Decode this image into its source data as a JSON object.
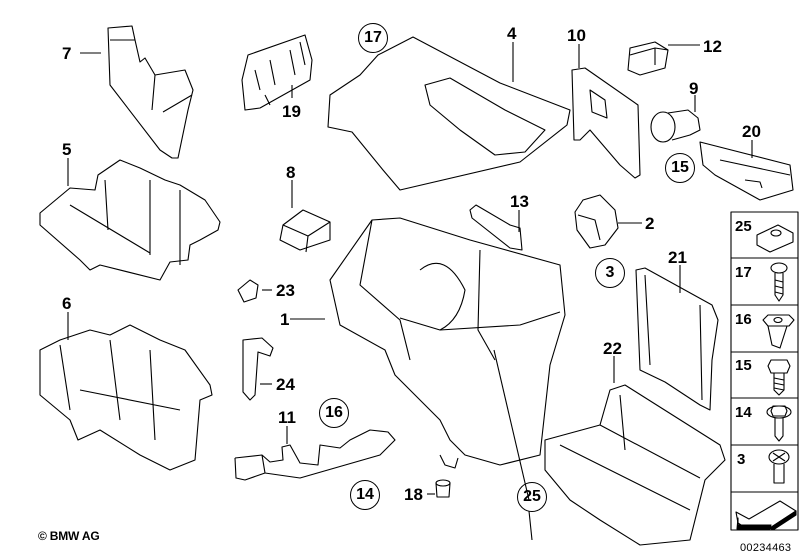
{
  "diagram": {
    "title": "Fuse box / power distribution box exploded parts diagram",
    "copyright": "© BMW AG",
    "document_number": "00234463",
    "part_labels": [
      {
        "id": "1",
        "text": "1"
      },
      {
        "id": "2",
        "text": "2"
      },
      {
        "id": "4",
        "text": "4"
      },
      {
        "id": "5",
        "text": "5"
      },
      {
        "id": "6",
        "text": "6"
      },
      {
        "id": "7",
        "text": "7"
      },
      {
        "id": "8",
        "text": "8"
      },
      {
        "id": "9",
        "text": "9"
      },
      {
        "id": "10",
        "text": "10"
      },
      {
        "id": "11",
        "text": "11"
      },
      {
        "id": "12",
        "text": "12"
      },
      {
        "id": "13",
        "text": "13"
      },
      {
        "id": "18",
        "text": "18"
      },
      {
        "id": "19",
        "text": "19"
      },
      {
        "id": "20",
        "text": "20"
      },
      {
        "id": "21",
        "text": "21"
      },
      {
        "id": "22",
        "text": "22"
      },
      {
        "id": "23",
        "text": "23"
      },
      {
        "id": "24",
        "text": "24"
      }
    ],
    "circled_labels": [
      {
        "id": "17",
        "text": "17"
      },
      {
        "id": "15",
        "text": "15"
      },
      {
        "id": "3",
        "text": "3"
      },
      {
        "id": "16",
        "text": "16"
      },
      {
        "id": "14",
        "text": "14"
      },
      {
        "id": "25",
        "text": "25"
      }
    ],
    "fastener_legend": [
      {
        "label": "25",
        "icon": "clip-nut-icon"
      },
      {
        "label": "17",
        "icon": "pan-head-screw-icon"
      },
      {
        "label": "16",
        "icon": "expanding-nut-icon"
      },
      {
        "label": "15",
        "icon": "hex-head-screw-icon"
      },
      {
        "label": "14",
        "icon": "hex-flange-screw-icon"
      },
      {
        "label": "3",
        "icon": "torx-screw-icon"
      },
      {
        "label": "",
        "icon": "direction-arrow-icon"
      }
    ]
  }
}
